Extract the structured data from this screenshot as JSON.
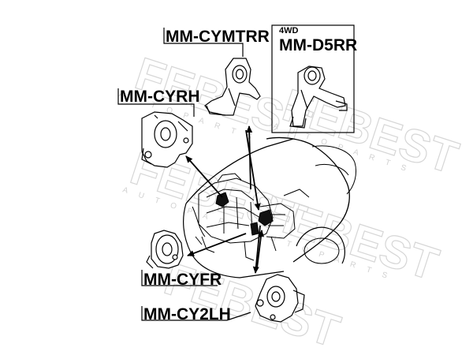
{
  "watermark": {
    "brand": "FEBEST",
    "tagline": "A U T O P A R T S"
  },
  "inset": {
    "drive_tag": "4WD",
    "part": "MM-D5RR"
  },
  "parts": {
    "rear_top": "MM-CYMTRR",
    "left_upper": "MM-CYRH",
    "front": "MM-CYFR",
    "left_lower": "MM-CY2LH"
  },
  "colors": {
    "ink": "#000000",
    "watermark": "#d6d6d6"
  }
}
